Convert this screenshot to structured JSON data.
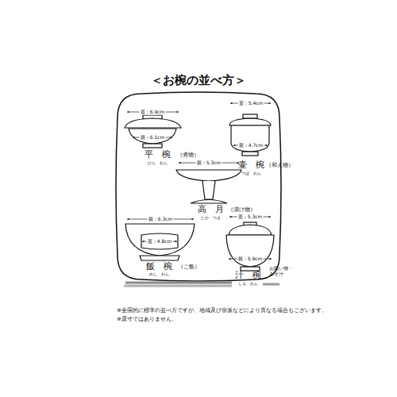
{
  "diagram": {
    "title": "＜お椀の並べ方＞",
    "labels": [
      "蓋：6.9cm",
      "親：6.1cm",
      "平　椀",
      "ひら　わん",
      "（煮物）",
      "蓋：5.4cm",
      "親：4.7cm",
      "壷　椀",
      "つぼ　わん",
      "（和え物）",
      "親：5.3cm",
      "高　月",
      "たか　つき",
      "（漬け物）",
      "親：6.3cm",
      "蓋：4.8cm",
      "飯　椀",
      "めし　わん",
      "（ご飯）",
      "蓋：5.3cm",
      "親：5.9cm",
      "汁　椀",
      "しる　わん",
      "お吸い物・みそ汁",
      "※全国的に標準の並べ方ですが、地域及び宗派などにより異なる場合もございます。",
      "※原寸ではありません。"
    ]
  }
}
